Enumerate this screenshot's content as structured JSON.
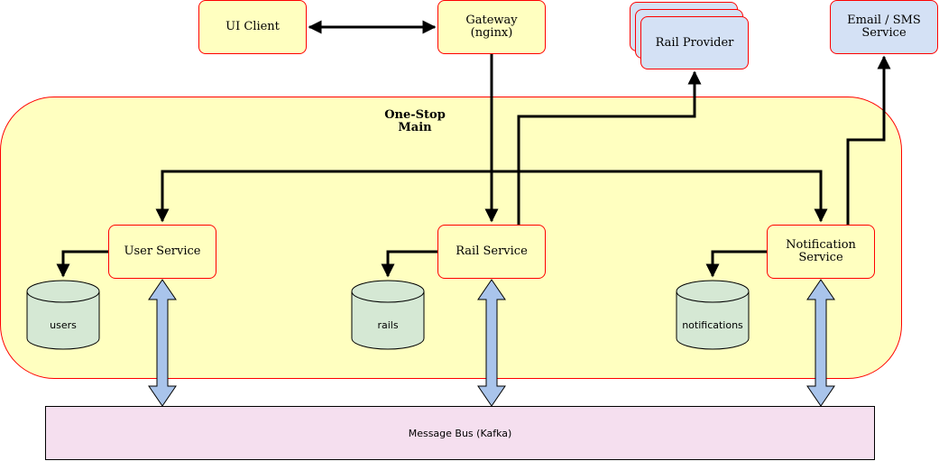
{
  "nodes": {
    "ui_client": "UI Client",
    "gateway": "Gateway\n(nginx)",
    "rail_provider": "Rail Provider",
    "email_sms": "Email / SMS\nService",
    "main_title": "One-Stop\nMain",
    "user_service": "User Service",
    "rail_service": "Rail Service",
    "notification_service": "Notification\nService",
    "message_bus": "Message Bus (Kafka)"
  },
  "databases": {
    "users": "users",
    "rails": "rails",
    "notifications": "notifications"
  },
  "colors": {
    "node_fill": "#ffffc0",
    "external_fill": "#d4e1f5",
    "border": "#ff0000",
    "db_fill": "#d5e8d4",
    "bus_fill": "#f5dfef",
    "bus_arrow_fill": "#a9c4eb"
  }
}
